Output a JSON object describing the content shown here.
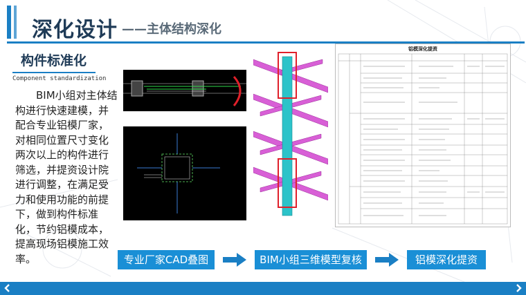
{
  "header": {
    "title": "深化设计",
    "subtitle": "——主体结构深化"
  },
  "section": {
    "title": "构件标准化",
    "subtitle_en": "Component standardization"
  },
  "body": {
    "text": "BIM小组对主体结构进行快速建模，并配合专业铝模厂家，对相同位置尺寸变化两次以上的构件进行筛选，并提资设计院进行调整，在满足受力和使用功能的前提下，做到构件标准化，节约铝模成本，提高现场铝模施工效率。"
  },
  "table": {
    "title": "铝模深化提资"
  },
  "flow": {
    "step1": "专业厂家CAD叠图",
    "step2": "BIM小组三维模型复核",
    "step3": "铝模深化提资"
  },
  "colors": {
    "accent": "#1a7fc4",
    "step_bg": "#1a8fd6",
    "title": "#1f3b57",
    "beam": "#d85fd6",
    "column": "#2cc3c9",
    "highlight": "#e0202a"
  },
  "icons": {
    "left": "chevron-left-icon",
    "right": "chevron-right-icon",
    "arrow": "arrow-right-icon"
  }
}
